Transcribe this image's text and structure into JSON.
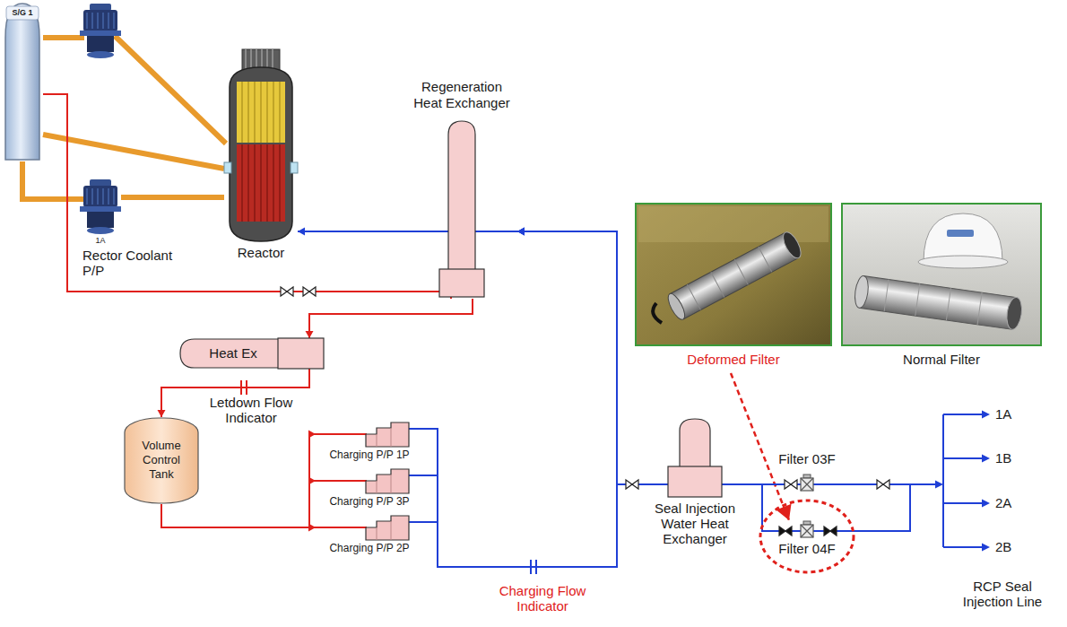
{
  "diagram": {
    "nodes": [
      {
        "text": [
          "S/G 1"
        ]
      },
      {
        "text": [
          "1A",
          "Rector Coolant P/P"
        ]
      },
      {
        "text": [
          "Reactor"
        ]
      },
      {
        "text": [
          "Regeneration Heat Exchanger"
        ]
      },
      {
        "text": [
          "Heat Ex"
        ]
      },
      {
        "text": [
          "Volume Control Tank"
        ]
      },
      {
        "text": [
          "Charging P/P 1P"
        ]
      },
      {
        "text": [
          "Charging P/P 3P"
        ]
      },
      {
        "text": [
          "Charging P/P 2P"
        ]
      },
      {
        "text": [
          "Seal Injection Water Heat Exchanger"
        ]
      },
      {
        "text": [
          "Filter 03F"
        ]
      },
      {
        "text": [
          "Filter 04F"
        ]
      },
      {
        "text": [
          "Deformed Filter"
        ]
      },
      {
        "text": [
          "Normal Filter"
        ]
      }
    ],
    "edges": [
      {
        "from": 0,
        "to": 1,
        "arrow": "none"
      },
      {
        "from": 1,
        "to": 2,
        "arrow": "none"
      },
      {
        "from": 0,
        "to": 2,
        "arrow": "none"
      },
      {
        "from": 0,
        "to": 3,
        "arrow": "to"
      },
      {
        "from": 3,
        "to": 4,
        "arrow": "to"
      },
      {
        "from": 4,
        "to": 5,
        "arrow": "to"
      },
      {
        "from": 5,
        "to": 6,
        "arrow": "to"
      },
      {
        "from": 5,
        "to": 7,
        "arrow": "to"
      },
      {
        "from": 5,
        "to": 8,
        "arrow": "to"
      },
      {
        "from": 6,
        "to": 3,
        "arrow": "to"
      },
      {
        "from": 7,
        "to": 3,
        "arrow": "to"
      },
      {
        "from": 8,
        "to": 3,
        "arrow": "to"
      },
      {
        "from": 6,
        "to": 9,
        "arrow": "none"
      },
      {
        "from": 7,
        "to": 9,
        "arrow": "none"
      },
      {
        "from": 8,
        "to": 9,
        "arrow": "none"
      },
      {
        "from": 3,
        "to": 2,
        "arrow": "to"
      },
      {
        "from": 9,
        "to": 10,
        "arrow": "none"
      },
      {
        "from": 9,
        "to": 11,
        "arrow": "none"
      },
      {
        "from": 12,
        "to": 11,
        "arrow": "to"
      }
    ],
    "labels": [
      "Letdown Flow Indicator",
      "Charging Flow Indicator",
      "1A",
      "1B",
      "2A",
      "2B",
      "RCP Seal Injection Line"
    ]
  }
}
